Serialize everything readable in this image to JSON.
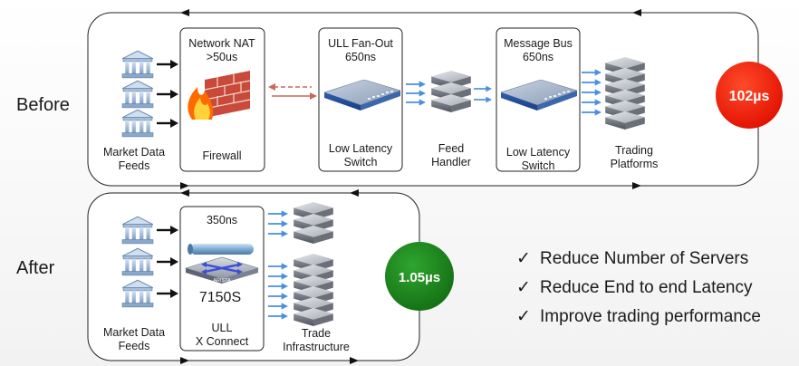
{
  "before": {
    "label": "Before",
    "sources_label": [
      "Market Data",
      "Feeds"
    ],
    "firewall": {
      "title": [
        "Network NAT",
        ">50us"
      ],
      "name": "Firewall"
    },
    "switch1": {
      "title": [
        "ULL Fan-Out",
        "650ns"
      ],
      "name": [
        "Low Latency",
        "Switch"
      ]
    },
    "feed_handler": [
      "Feed",
      "Handler"
    ],
    "switch2": {
      "title": [
        "Message Bus",
        "650ns"
      ],
      "name": [
        "Low Latency",
        "Switch"
      ]
    },
    "platforms": [
      "Trading",
      "Platforms"
    ],
    "latency": "102µs",
    "latency_color": "#ff2000"
  },
  "after": {
    "label": "After",
    "sources_label": [
      "Market Data",
      "Feeds"
    ],
    "xconnect": {
      "title": "350ns",
      "brand": "ARISTA",
      "model": "7150S",
      "name": [
        "ULL",
        "X Connect"
      ]
    },
    "infrastructure": [
      "Trade",
      "Infrastructure"
    ],
    "latency": "1.05µs",
    "latency_color": "#1c8c1c"
  },
  "benefits": [
    {
      "check": "✓",
      "text": "Reduce Number of Servers"
    },
    {
      "check": "✓",
      "text": "Reduce End to end Latency"
    },
    {
      "check": "✓",
      "text": "Improve trading performance"
    }
  ]
}
